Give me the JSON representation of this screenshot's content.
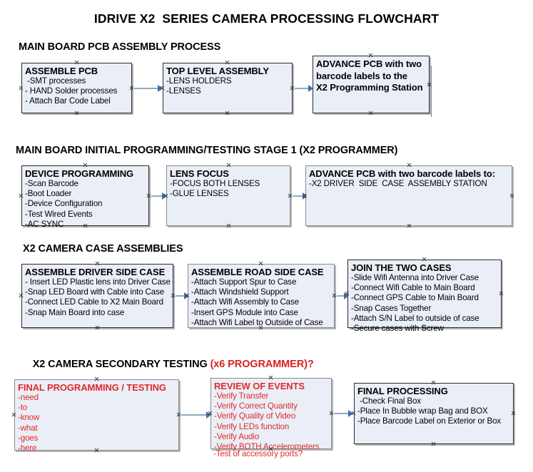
{
  "document": {
    "title": "IDRIVE X2  SERIES CAMERA PROCESSING FLOWCHART"
  },
  "sections": [
    {
      "id": "main-board-pcb-assembly",
      "header": "MAIN BOARD PCB ASSEMBLY PROCESS",
      "header_red": ""
    },
    {
      "id": "main-board-initial-programming",
      "header": "MAIN BOARD INITIAL PROGRAMMING/TESTING STAGE 1 (X2 PROGRAMMER)",
      "header_red": ""
    },
    {
      "id": "x2-camera-case-assemblies",
      "header": "X2 CAMERA CASE ASSEMBLIES",
      "header_red": ""
    },
    {
      "id": "x2-camera-secondary-testing",
      "header": "X2 CAMERA SECONDARY TESTING ",
      "header_red": "(x6 PROGRAMMER)?"
    }
  ],
  "boxes": {
    "assemble_pcb": {
      "title": "ASSEMBLE PCB",
      "lines": [
        " -SMT processes",
        "- HAND Solder processes",
        "- Attach Bar Code Label"
      ]
    },
    "top_level_assembly": {
      "title": "TOP LEVEL ASSEMBLY",
      "lines": [
        "-LENS HOLDERS",
        "-LENSES"
      ]
    },
    "advance_pcb_x2_station": {
      "title": "ADVANCE PCB with two\nbarcode labels to the\n X2 Programming Station",
      "lines": []
    },
    "device_programming": {
      "title": "DEVICE PROGRAMMING",
      "lines": [
        "-Scan Barcode",
        "-Boot Loader",
        "-Device Configuration",
        "-Test Wired Events",
        "-AC SYNC"
      ]
    },
    "lens_focus": {
      "title": "LENS FOCUS",
      "lines": [
        "-FOCUS BOTH LENSES",
        "-GLUE LENSES"
      ]
    },
    "advance_pcb_driver_side": {
      "title": "ADVANCE PCB with two barcode labels to:",
      "lines": [
        "-X2 DRIVER  SIDE  CASE  ASSEMBLY STATION"
      ]
    },
    "assemble_driver_side_case": {
      "title": "ASSEMBLE DRIVER SIDE CASE",
      "lines": [
        "- Insert LED Plastic lens into Driver Case",
        "-Snap LED Board with Cable into Case",
        "-Connect LED Cable to X2 Main Board",
        "-Snap Main Board into case"
      ]
    },
    "assemble_road_side_case": {
      "title": "ASSEMBLE ROAD SIDE CASE",
      "lines": [
        "-Attach Support Spur to Case",
        "-Attach Windshield Support",
        "-Attach Wifi Assembly to Case",
        "-Insert GPS Module into Case",
        "-Attach Wifi Label to Outside of Case"
      ]
    },
    "join_the_two_cases": {
      "title": "JOIN THE TWO CASES",
      "lines": [
        "-Slide Wifi Antenna into Driver Case",
        "-Connect Wifi Cable to Main Board",
        "-Connect GPS Cable to Main Board",
        "-Snap Cases Together",
        "-Attach S/N Label to outside of case",
        "-Secure cases with Screw"
      ]
    },
    "final_programming_testing": {
      "title": "FINAL PROGRAMMING / TESTING",
      "lines": [
        "-need",
        "-to",
        "-know",
        "-what",
        "-goes",
        "-here"
      ]
    },
    "review_of_events": {
      "title": "REVIEW OF EVENTS",
      "lines": [
        "-Verify Transfer",
        "-Verify Correct Quantity",
        "-Verify Quality of Video",
        "-Verify LEDs function",
        "-Verify Audio",
        "-Verify BOTH Accelerometers"
      ],
      "overflow_line": "-Test of accessory ports?"
    },
    "final_processing": {
      "title": "FINAL PROCESSING",
      "lines": [
        " -Check Final Box",
        "-Place In Bubble wrap Bag and BOX",
        "-Place Barcode Label on Exterior or Box"
      ]
    }
  },
  "colors": {
    "box_fill": "#eaeff7",
    "box_border": "#2b2b2b",
    "box_border_gray": "#8a8a8a",
    "connector": "#8fa8c0",
    "arrowhead": "#3f6da8",
    "red_text": "#e02a2a",
    "text": "#000000"
  }
}
